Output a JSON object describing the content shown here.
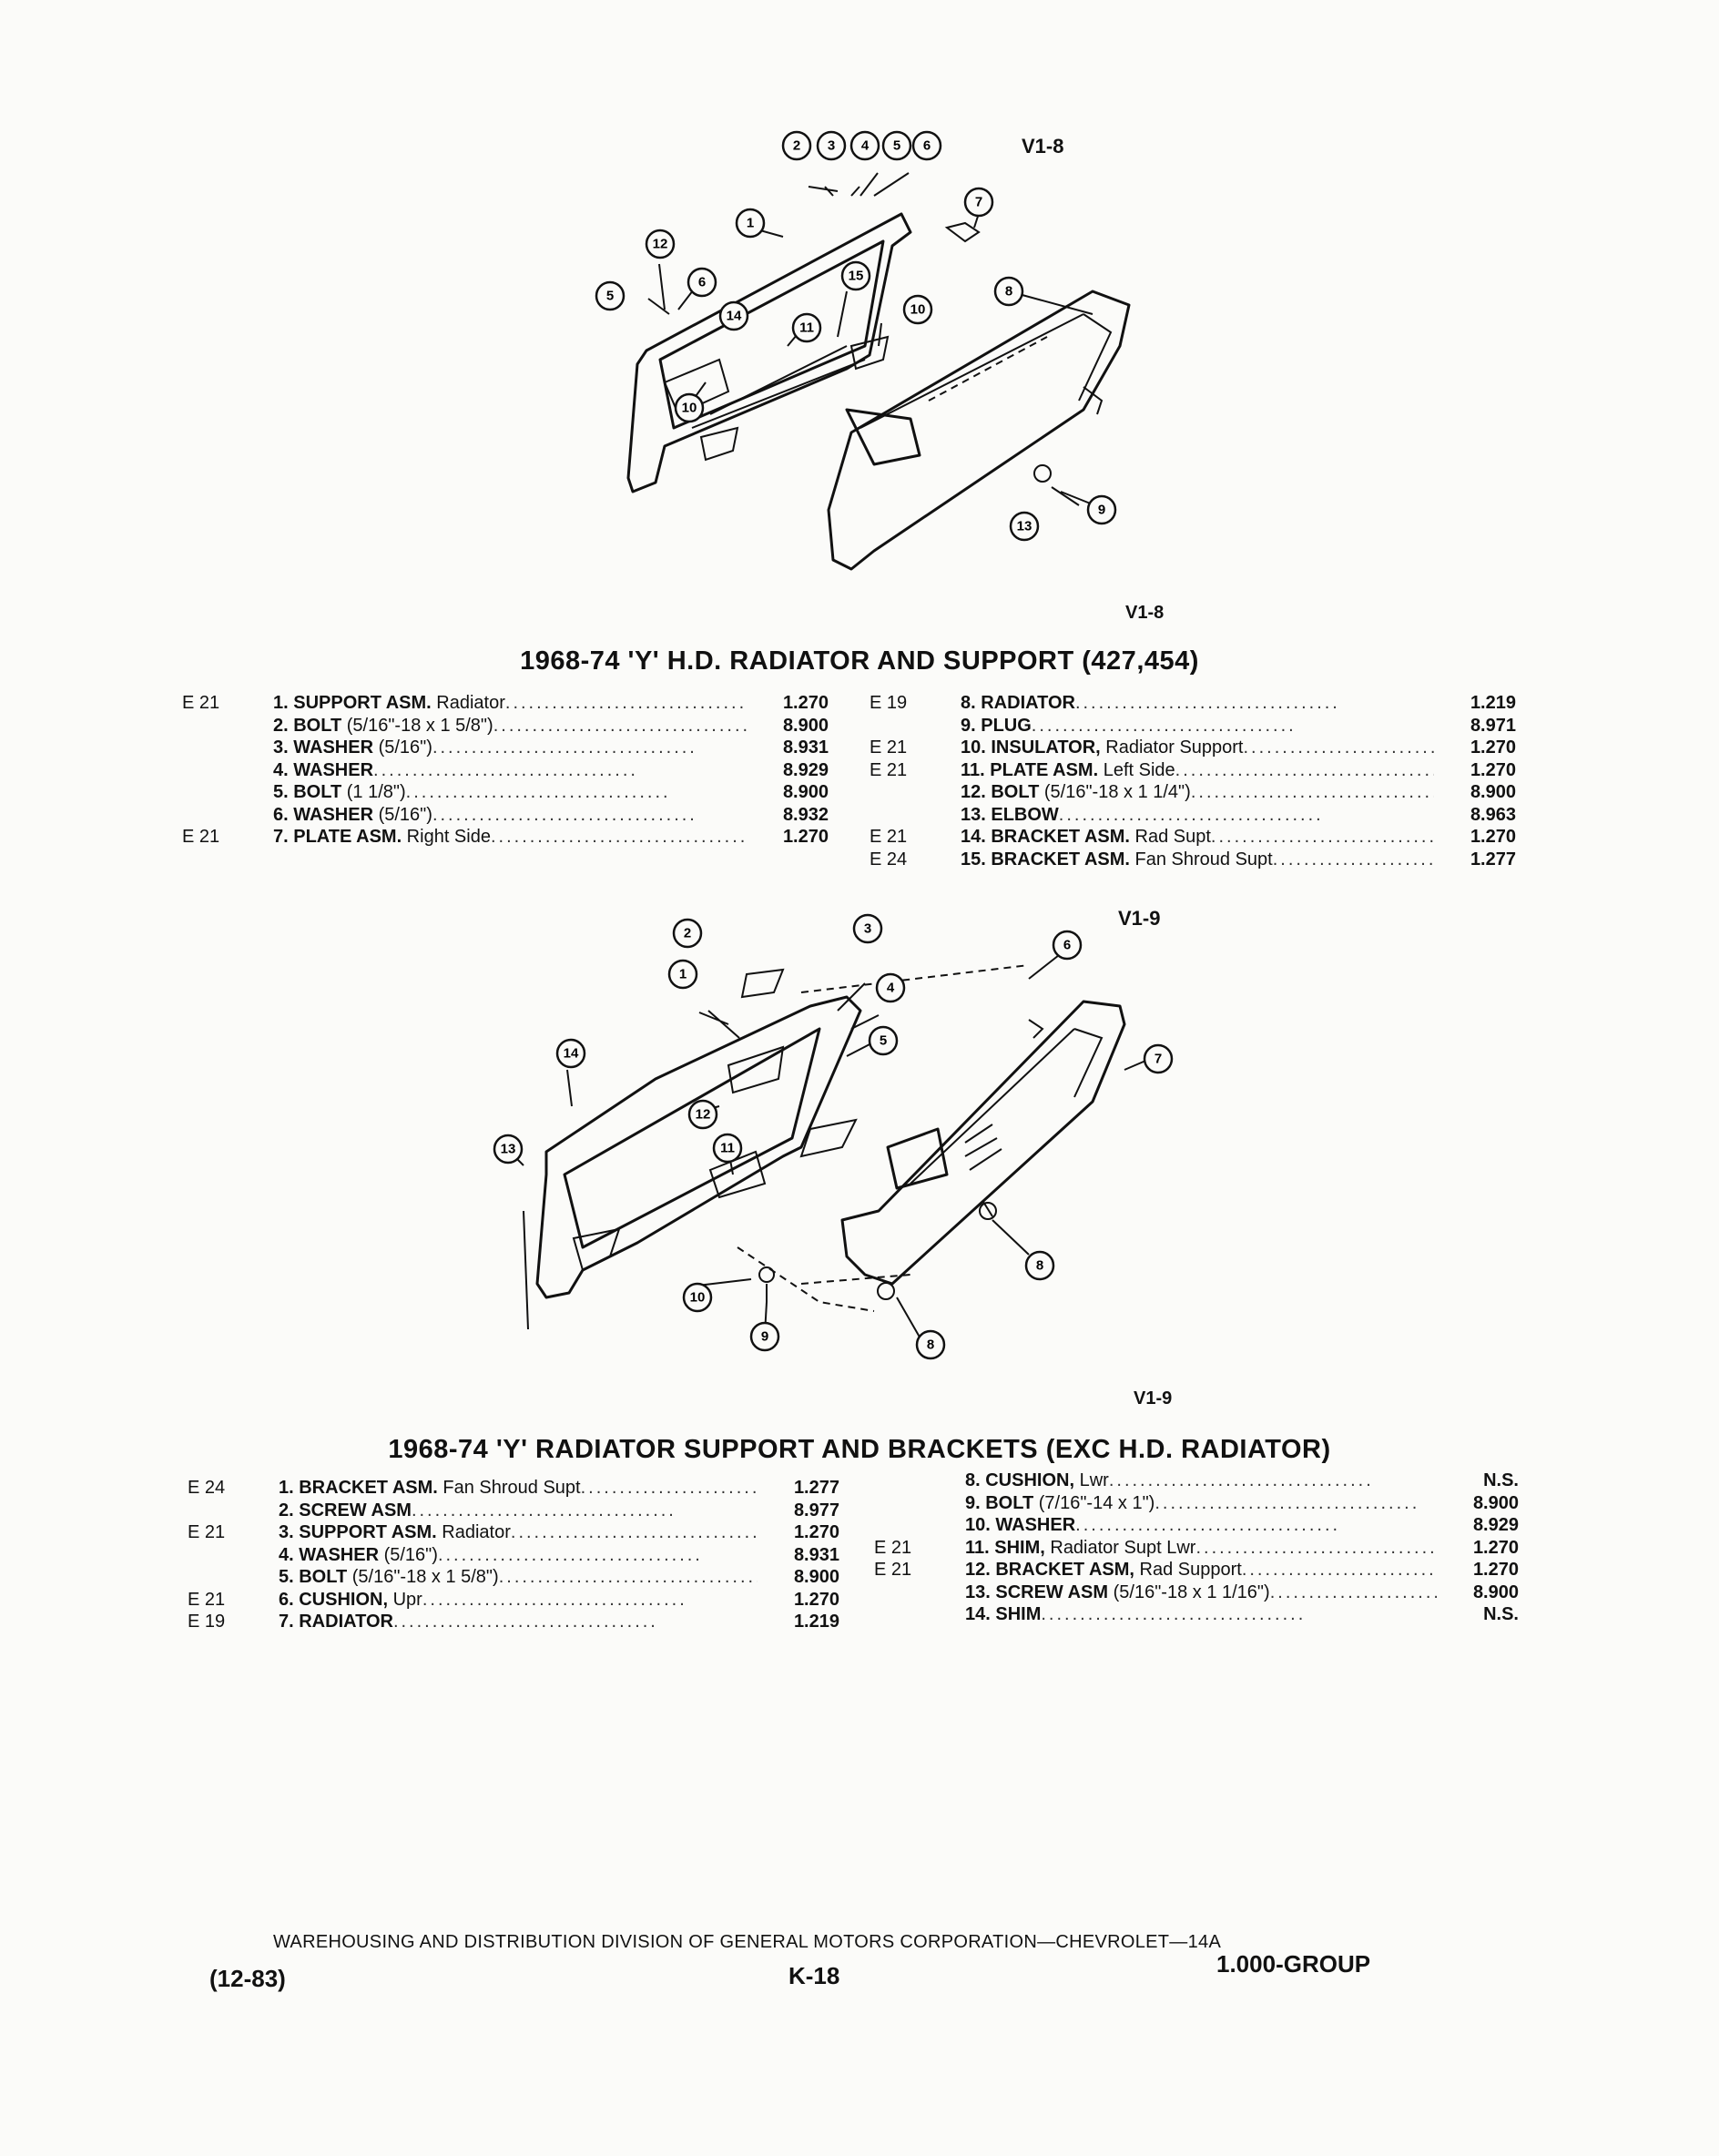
{
  "figure1": {
    "label_top": "V1-8",
    "label_bottom": "V1-8",
    "callouts": [
      "1",
      "2",
      "3",
      "4",
      "5",
      "6",
      "7",
      "8",
      "9",
      "10",
      "11",
      "12",
      "13",
      "14",
      "15"
    ]
  },
  "section1": {
    "title": "1968-74 'Y' H.D. RADIATOR AND SUPPORT (427,454)",
    "left": [
      {
        "code": "E 21",
        "name": "1. SUPPORT ASM.",
        "desc": " Radiator",
        "group": "1.270"
      },
      {
        "code": "",
        "name": "2. BOLT",
        "desc": " (5/16\"-18 x 1 5/8\")",
        "group": "8.900"
      },
      {
        "code": "",
        "name": "3. WASHER",
        "desc": " (5/16\")",
        "group": "8.931"
      },
      {
        "code": "",
        "name": "4. WASHER",
        "desc": "",
        "group": "8.929"
      },
      {
        "code": "",
        "name": "5. BOLT",
        "desc": " (1 1/8\")",
        "group": "8.900"
      },
      {
        "code": "",
        "name": "6. WASHER",
        "desc": " (5/16\")",
        "group": "8.932"
      },
      {
        "code": "E 21",
        "name": "7. PLATE ASM.",
        "desc": " Right Side",
        "group": "1.270"
      }
    ],
    "right": [
      {
        "code": "E 19",
        "name": "8. RADIATOR",
        "desc": "",
        "group": "1.219"
      },
      {
        "code": "",
        "name": "9. PLUG",
        "desc": "",
        "group": "8.971"
      },
      {
        "code": "E 21",
        "name": "10. INSULATOR,",
        "desc": " Radiator Support",
        "group": "1.270"
      },
      {
        "code": "E 21",
        "name": "11. PLATE ASM.",
        "desc": " Left Side",
        "group": "1.270"
      },
      {
        "code": "",
        "name": "12. BOLT",
        "desc": " (5/16\"-18 x 1 1/4\")",
        "group": "8.900"
      },
      {
        "code": "",
        "name": "13. ELBOW",
        "desc": "",
        "group": "8.963"
      },
      {
        "code": "E 21",
        "name": "14. BRACKET ASM.",
        "desc": " Rad Supt",
        "group": "1.270"
      },
      {
        "code": "E 24",
        "name": "15. BRACKET ASM.",
        "desc": " Fan Shroud Supt",
        "group": "1.277"
      }
    ]
  },
  "figure2": {
    "label_top": "V1-9",
    "label_bottom": "V1-9",
    "callouts": [
      "1",
      "2",
      "3",
      "4",
      "5",
      "6",
      "7",
      "8",
      "9",
      "10",
      "11",
      "12",
      "13",
      "14"
    ]
  },
  "section2": {
    "title": "1968-74 'Y' RADIATOR SUPPORT AND BRACKETS (EXC H.D. RADIATOR)",
    "left": [
      {
        "code": "E 24",
        "name": "1. BRACKET ASM.",
        "desc": " Fan Shroud Supt",
        "group": "1.277"
      },
      {
        "code": "",
        "name": "2. SCREW ASM",
        "desc": "",
        "group": "8.977"
      },
      {
        "code": "E 21",
        "name": "3. SUPPORT ASM.",
        "desc": " Radiator",
        "group": "1.270"
      },
      {
        "code": "",
        "name": "4. WASHER",
        "desc": " (5/16\")",
        "group": "8.931"
      },
      {
        "code": "",
        "name": "5. BOLT",
        "desc": " (5/16\"-18 x 1 5/8\")",
        "group": "8.900"
      },
      {
        "code": "E 21",
        "name": "6. CUSHION,",
        "desc": " Upr",
        "group": "1.270"
      },
      {
        "code": "E 19",
        "name": "7. RADIATOR",
        "desc": "",
        "group": "1.219"
      }
    ],
    "right": [
      {
        "code": "",
        "name": "8. CUSHION,",
        "desc": " Lwr",
        "group": "N.S."
      },
      {
        "code": "",
        "name": "9. BOLT",
        "desc": " (7/16\"-14 x 1\")",
        "group": "8.900"
      },
      {
        "code": "",
        "name": "10. WASHER",
        "desc": "",
        "group": "8.929"
      },
      {
        "code": "E 21",
        "name": "11. SHIM,",
        "desc": " Radiator Supt Lwr",
        "group": "1.270"
      },
      {
        "code": "E 21",
        "name": "12. BRACKET ASM,",
        "desc": " Rad Support",
        "group": "1.270"
      },
      {
        "code": "",
        "name": "13. SCREW ASM",
        "desc": " (5/16\"-18 x 1 1/16\")",
        "group": "8.900"
      },
      {
        "code": "",
        "name": "14. SHIM",
        "desc": "",
        "group": "N.S."
      }
    ]
  },
  "footer": {
    "division": "WAREHOUSING AND DISTRIBUTION DIVISION OF GENERAL MOTORS CORPORATION—CHEVROLET—14A",
    "date": "(12-83)",
    "page": "K-18",
    "group": "1.000-GROUP"
  }
}
